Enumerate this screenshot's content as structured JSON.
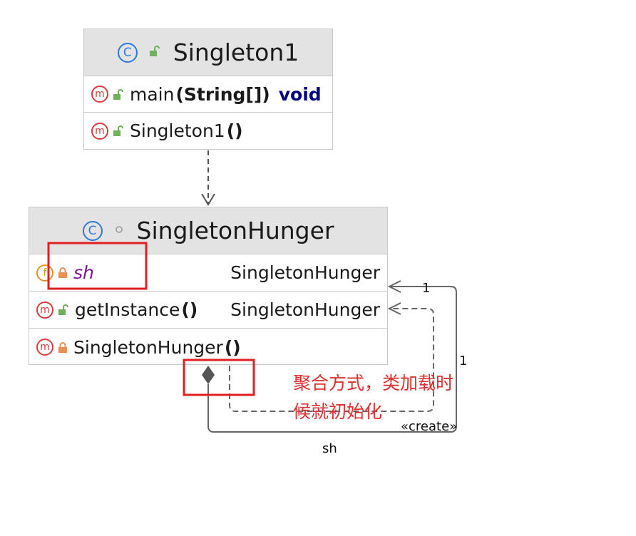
{
  "classes": {
    "singleton1": {
      "name": "Singleton1",
      "rows": [
        {
          "name": "main",
          "params": "(String[])",
          "type": "void"
        },
        {
          "name": "Singleton1",
          "params": "()"
        }
      ]
    },
    "singleton_hunger": {
      "name": "SingletonHunger",
      "rows": [
        {
          "name": "sh",
          "type": "SingletonHunger"
        },
        {
          "name": "getInstance",
          "params": "()",
          "type": "SingletonHunger"
        },
        {
          "name": "SingletonHunger",
          "params": "()"
        }
      ]
    }
  },
  "badges": {
    "class": "C",
    "method": "m",
    "field": "f"
  },
  "edges": {
    "aggregation": {
      "multiplicity": "1",
      "role": "sh"
    },
    "create": {
      "multiplicity": "1",
      "stereotype": "«create»"
    }
  },
  "annotation": {
    "line1": "聚合方式，类加载时",
    "line2": "候就初始化"
  },
  "colors": {
    "highlight": "#e02020",
    "annotation_text": "#e03030",
    "header_bg": "#e3e3e3"
  }
}
